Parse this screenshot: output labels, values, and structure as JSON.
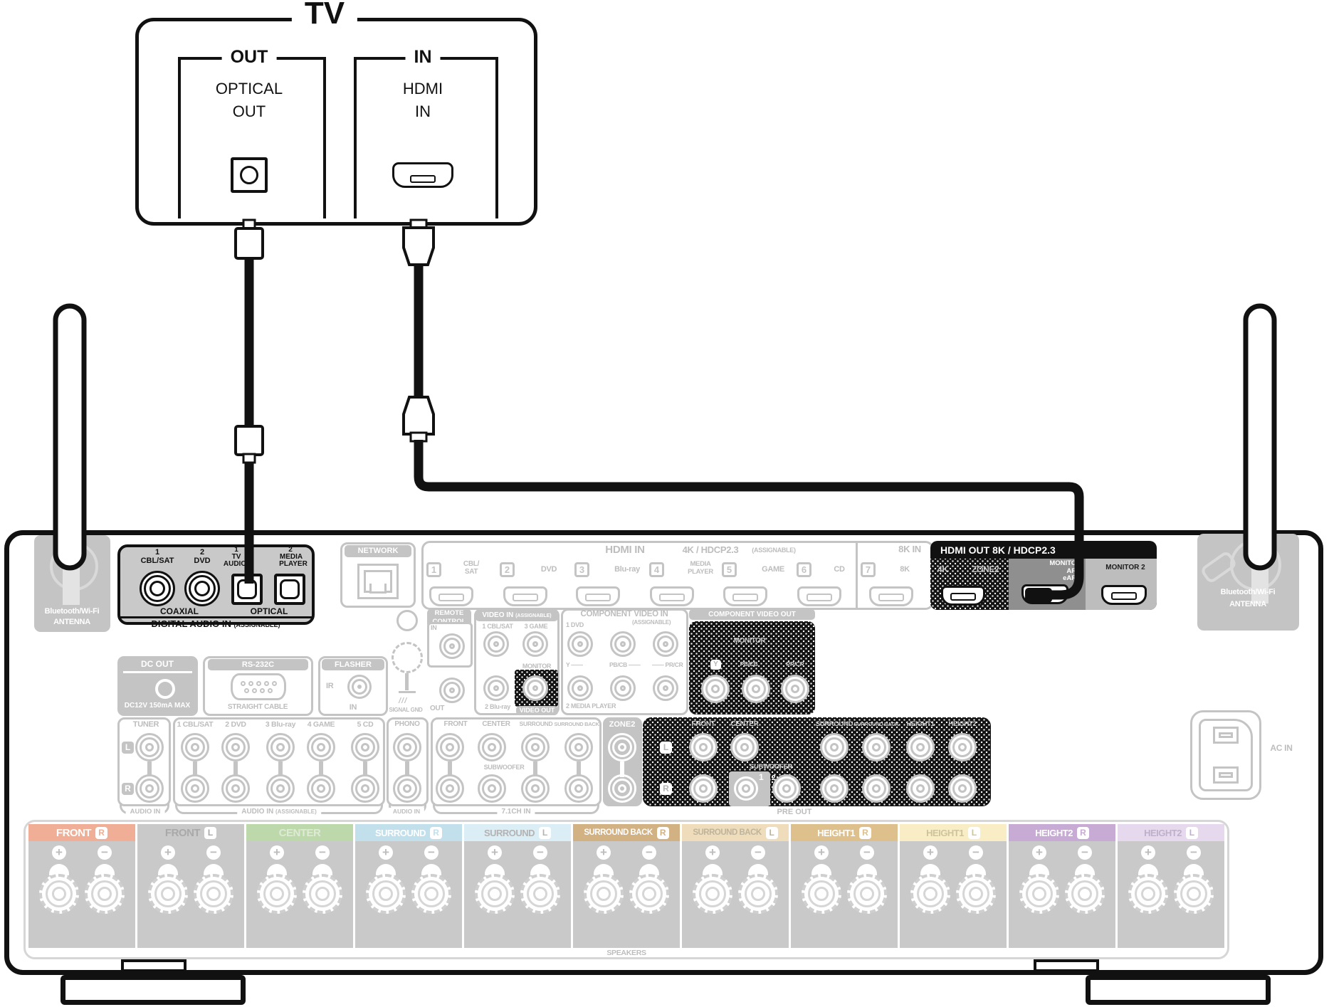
{
  "tv": {
    "title": "TV",
    "optical_group": "OUT",
    "optical_l1": "OPTICAL",
    "optical_l2": "OUT",
    "hdmi_group": "IN",
    "hdmi_l1": "HDMI",
    "hdmi_l2": "IN"
  },
  "antenna_left": {
    "l1": "Bluetooth/Wi-Fi",
    "l2": "ANTENNA"
  },
  "antenna_right": {
    "l1": "Bluetooth/Wi-Fi",
    "l2": "ANTENNA"
  },
  "digital_audio_in": {
    "p1_num": "1",
    "p1_name": "CBL/SAT",
    "p2_num": "2",
    "p2_name": "DVD",
    "p3_num": "1",
    "p3_l1": "TV",
    "p3_l2": "AUDIO",
    "p4_num": "2",
    "p4_l1": "MEDIA",
    "p4_l2": "PLAYER",
    "coaxial": "COAXIAL",
    "optical": "OPTICAL",
    "title": "DIGITAL AUDIO IN",
    "assignable": "(ASSIGNABLE)"
  },
  "network": {
    "title": "NETWORK"
  },
  "hdmi_in": {
    "title": "HDMI IN",
    "spec": "4K / HDCP2.3",
    "assignable": "(ASSIGNABLE)",
    "ports": [
      {
        "num": "1",
        "l1": "CBL/",
        "l2": "SAT"
      },
      {
        "num": "2",
        "l1": "DVD",
        "l2": ""
      },
      {
        "num": "3",
        "l1": "Blu-ray",
        "l2": ""
      },
      {
        "num": "4",
        "l1": "MEDIA",
        "l2": "PLAYER"
      },
      {
        "num": "5",
        "l1": "GAME",
        "l2": ""
      },
      {
        "num": "6",
        "l1": "CD",
        "l2": ""
      }
    ],
    "eightk_title": "8K IN",
    "eightk_num": "7",
    "eightk_name": "8K"
  },
  "hdmi_out": {
    "title": "HDMI OUT  8K / HDCP2.3",
    "z4k": "4K",
    "zone2": "ZONE2",
    "mon1_l1": "MONITOR",
    "mon1_l2": "ARC",
    "mon1_l3": "eARC",
    "mon2": "MONITOR 2"
  },
  "dc_out": {
    "title": "DC OUT",
    "spec": "DC12V 150mA MAX"
  },
  "rs232c": {
    "title": "RS-232C",
    "note": "STRAIGHT CABLE"
  },
  "flasher": {
    "title": "FLASHER",
    "ir": "IR",
    "in": "IN"
  },
  "signal_gnd": {
    "label": "SIGNAL GND"
  },
  "remote": {
    "l1": "REMOTE",
    "l2": "CONTROL",
    "in": "IN",
    "out": "OUT"
  },
  "video_in": {
    "title": "VIDEO IN",
    "assignable": "(ASSIGNABLE)",
    "j1": "1 CBL/SAT",
    "j2": "3 GAME",
    "j3": "2 Blu-ray",
    "monitor": "MONITOR",
    "video_out": "VIDEO OUT"
  },
  "component_in": {
    "title": "COMPONENT VIDEO IN",
    "assignable": "(ASSIGNABLE)",
    "row1": "1 DVD",
    "y": "Y ——",
    "pbcb": "PB/CB ——",
    "prcr": "—— PR/CR",
    "row2": "2 MEDIA PLAYER"
  },
  "component_out": {
    "title": "COMPONENT VIDEO OUT",
    "monitor": "MONITOR",
    "y": "Y",
    "pbcb": "PB/CB",
    "prcr": "PR/CR"
  },
  "tuner": {
    "title": "TUNER",
    "l": "L",
    "r": "R",
    "footer": "AUDIO IN"
  },
  "audio_in": {
    "cols": [
      "1 CBL/SAT",
      "2 DVD",
      "3 Blu-ray",
      "4 GAME",
      "5 CD"
    ],
    "footer": "AUDIO IN",
    "assignable": "(ASSIGNABLE)"
  },
  "phono": {
    "title": "PHONO",
    "footer": "AUDIO IN"
  },
  "ch71": {
    "cols": [
      "FRONT",
      "CENTER",
      "SURROUND",
      "SURROUND BACK"
    ],
    "sub": "SUBWOOFER",
    "footer": "7.1CH IN"
  },
  "zone2": {
    "title": "ZONE2"
  },
  "pre_out": {
    "cols": [
      "FRONT",
      "CENTER",
      "SURROUND",
      "SURROUND BACK",
      "HEIGHT1",
      "HEIGHT2"
    ],
    "l": "L",
    "r": "R",
    "sub": "SUBWOOFER",
    "sub1": "1",
    "sub2": "2",
    "footer": "PRE OUT"
  },
  "ac_in": {
    "label": "AC IN"
  },
  "speakers": {
    "footer": "SPEAKERS",
    "blocks": [
      {
        "name": "FRONT",
        "ch": "R",
        "band": "#efae95",
        "text": "#ffffff",
        "checker": false
      },
      {
        "name": "FRONT",
        "ch": "L",
        "band": "#c9c9c9",
        "text": "#a9a9a9",
        "checker": false
      },
      {
        "name": "CENTER",
        "ch": "",
        "band": "#bdd8ab",
        "text": "#dfead5",
        "checker": false
      },
      {
        "name": "SURROUND",
        "ch": "R",
        "band": "#c2e0ec",
        "text": "#ffffff",
        "checker": false
      },
      {
        "name": "SURROUND",
        "ch": "L",
        "band": "#dceef5",
        "text": "#b3b3b3",
        "checker": false
      },
      {
        "name": "SURROUND BACK",
        "ch": "R",
        "band": "#d2b183",
        "text": "#ffffff",
        "checker": true
      },
      {
        "name": "SURROUND BACK",
        "ch": "L",
        "band": "#eedcba",
        "text": "#bdb49e",
        "checker": true
      },
      {
        "name": "HEIGHT1",
        "ch": "R",
        "band": "#dec08d",
        "text": "#ffffff",
        "checker": true
      },
      {
        "name": "HEIGHT1",
        "ch": "L",
        "band": "#f8edc5",
        "text": "#cdc49b",
        "checker": true
      },
      {
        "name": "HEIGHT2",
        "ch": "R",
        "band": "#c8abd5",
        "text": "#ffffff",
        "checker": true
      },
      {
        "name": "HEIGHT2",
        "ch": "L",
        "band": "#e6d9ee",
        "text": "#bfb0ca",
        "checker": true
      }
    ]
  }
}
